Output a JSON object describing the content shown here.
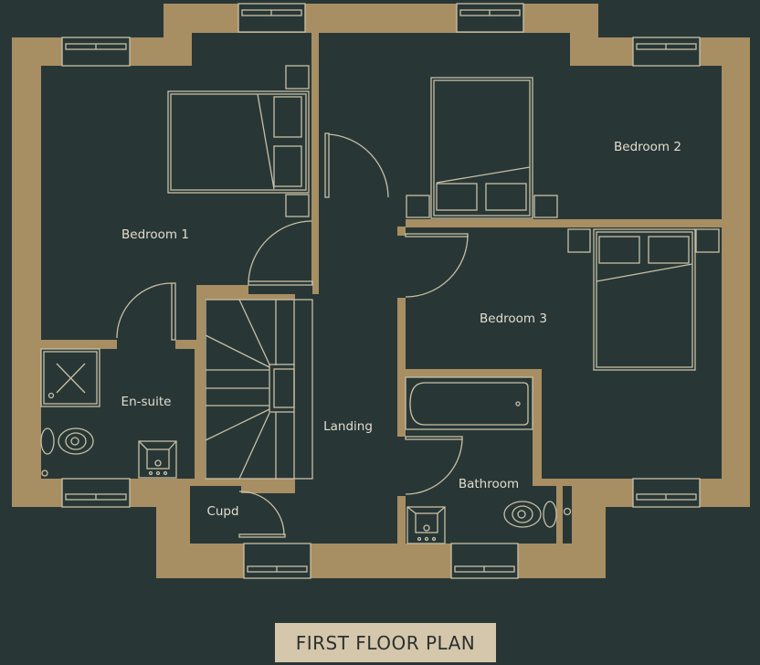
{
  "plan": {
    "title": "FIRST FLOOR PLAN",
    "colors": {
      "background": "#283736",
      "walls": "#a88e63",
      "fixtures": "#c9bfa6",
      "labels": "#e2dccd",
      "title_box": "#d5c7ab",
      "title_text": "#2b3130"
    },
    "rooms": [
      {
        "id": "bedroom-1",
        "label": "Bedroom 1"
      },
      {
        "id": "bedroom-2",
        "label": "Bedroom 2"
      },
      {
        "id": "bedroom-3",
        "label": "Bedroom 3"
      },
      {
        "id": "en-suite",
        "label": "En-suite"
      },
      {
        "id": "landing",
        "label": "Landing"
      },
      {
        "id": "bathroom",
        "label": "Bathroom"
      },
      {
        "id": "cupboard",
        "label": "Cupd"
      }
    ]
  }
}
